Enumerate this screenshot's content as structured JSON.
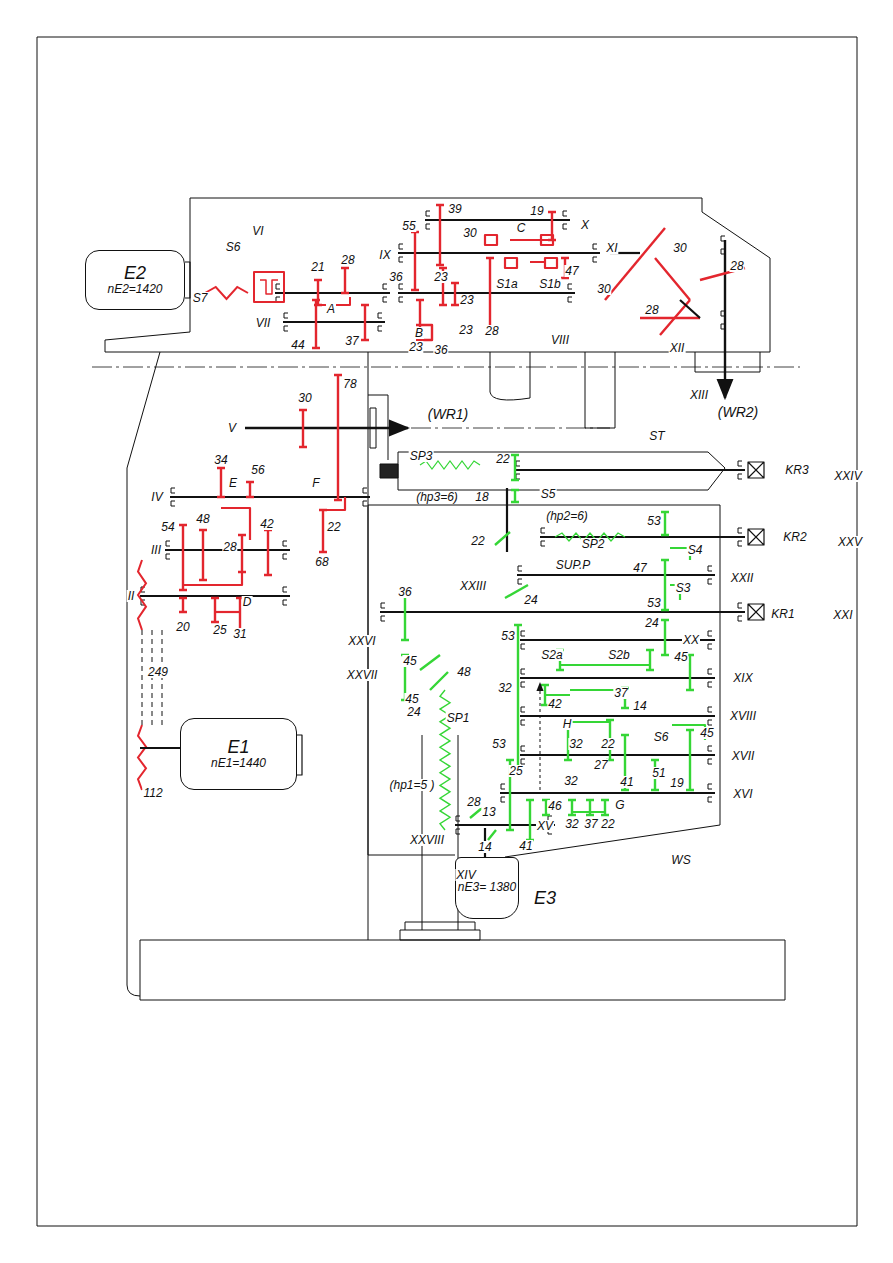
{
  "diagram": {
    "nodes": [
      {
        "text": [
          "E2",
          "nE2=1420"
        ]
      },
      {
        "text": [
          "E1",
          "nE1=1440"
        ]
      },
      {
        "text": [
          "E3",
          "nE3= 1380"
        ]
      }
    ],
    "labels": [
      "S7",
      "S6",
      "VI",
      "21",
      "28",
      "A",
      "VII",
      "44",
      "37",
      "36",
      "IX",
      "55",
      "39",
      "19",
      "X",
      "30",
      "C",
      "XI",
      "30",
      "23",
      "23",
      "23",
      "S1a",
      "S1b",
      "47",
      "28",
      "B",
      "23",
      "36",
      "VIII",
      "30",
      "28",
      "28",
      "XII",
      "XIII",
      "(WR2)",
      "78",
      "30",
      "V",
      "(WR1)",
      "ST",
      "34",
      "56",
      "E",
      "F",
      "IV",
      "54",
      "48",
      "42",
      "28",
      "III",
      "II",
      "D",
      "20",
      "25",
      "31",
      "22",
      "68",
      "249",
      "112",
      "SP3",
      "22",
      "KR3",
      "XXIV",
      "(hp3=6)",
      "18",
      "S5",
      "(hp2=6)",
      "53",
      "KR2",
      "XXV",
      "SP2",
      "S4",
      "SUP.P",
      "22",
      "XXIII",
      "47",
      "XXII",
      "S3",
      "53",
      "24",
      "KR1",
      "XXI",
      "36",
      "24",
      "XX",
      "53",
      "XXVI",
      "S2a",
      "S2b",
      "45",
      "45",
      "XXVII",
      "48",
      "32",
      "XIX",
      "37",
      "45",
      "42",
      "24",
      "SP1",
      "14",
      "XVIII",
      "H",
      "32",
      "22",
      "S6",
      "45",
      "XVII",
      "53",
      "27",
      "(hp1=5 )",
      "25",
      "32",
      "41",
      "51",
      "19",
      "XVI",
      "28",
      "13",
      "46",
      "32",
      "37",
      "22",
      "G",
      "XXVIII",
      "XV",
      "14",
      "41",
      "XIV",
      "WS"
    ]
  }
}
